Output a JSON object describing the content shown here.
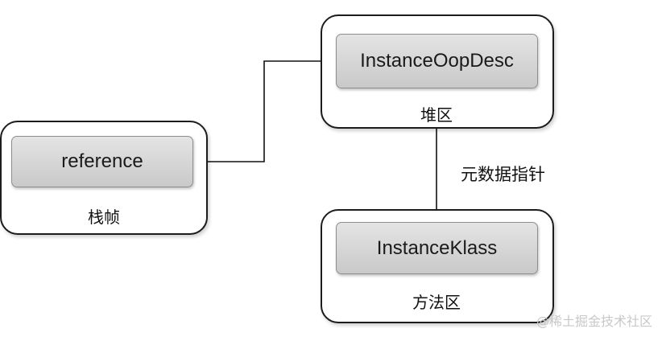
{
  "stack_frame": {
    "item": "reference",
    "caption": "栈帧"
  },
  "heap": {
    "item": "InstanceOopDesc",
    "caption": "堆区"
  },
  "method_area": {
    "item": "InstanceKlass",
    "caption": "方法区"
  },
  "metadata_pointer_label": "元数据指针",
  "watermark": "@稀土掘金技术社区"
}
